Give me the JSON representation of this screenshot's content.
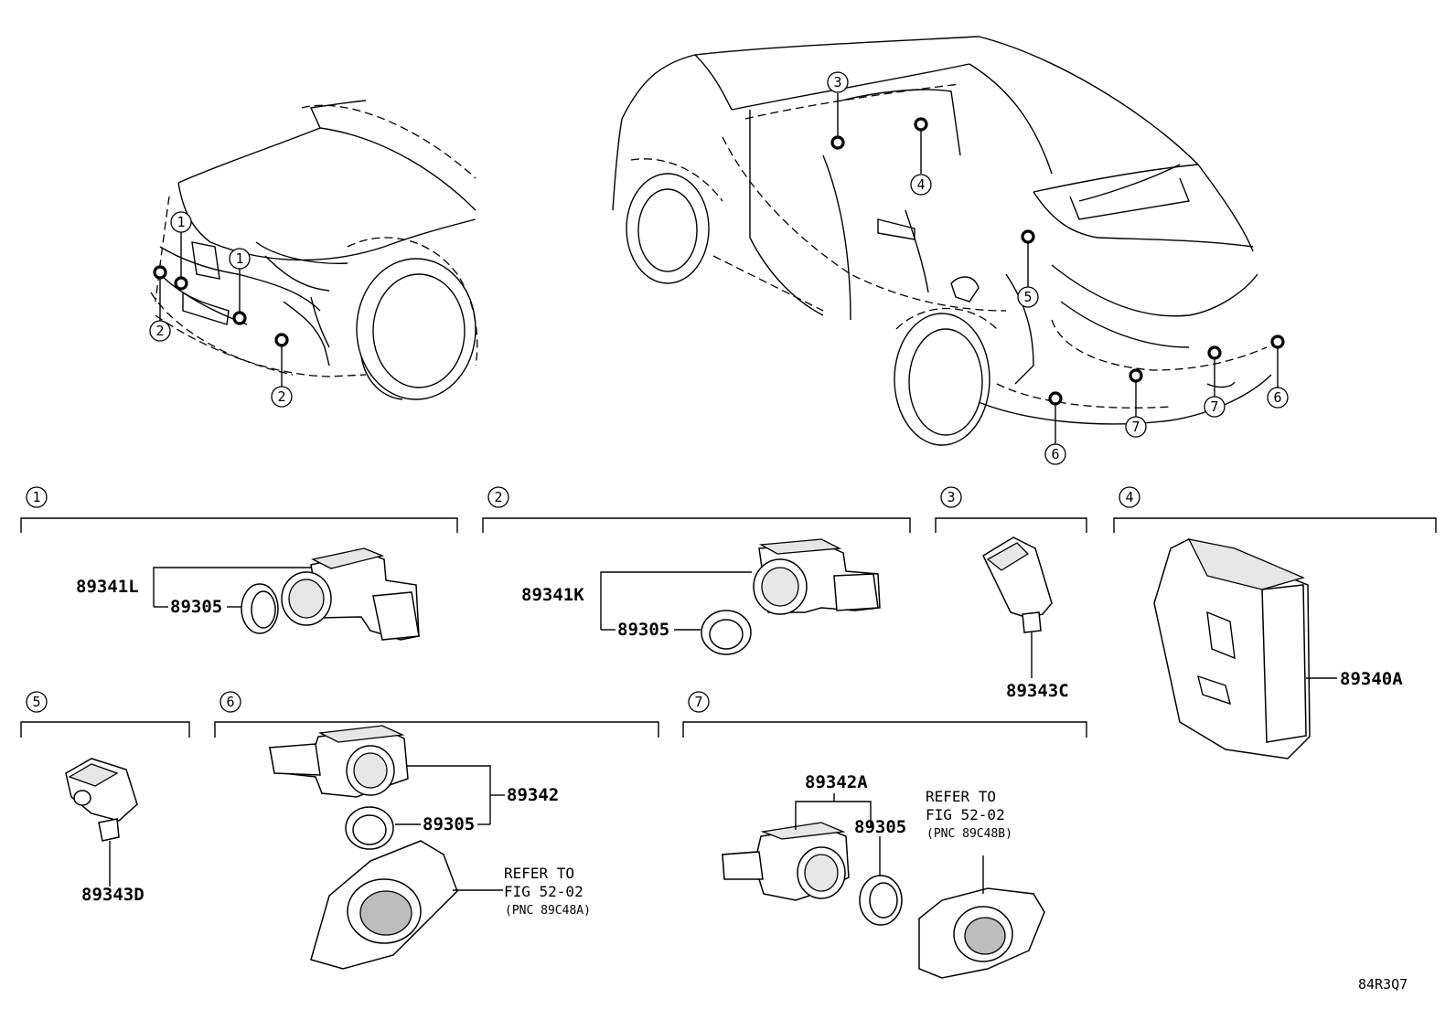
{
  "callouts": {
    "c1": "1",
    "c2": "2",
    "c3": "3",
    "c4": "4",
    "c5": "5",
    "c6": "6",
    "c7": "7"
  },
  "groups": {
    "g1": {
      "number": "1",
      "part_main": "89341L",
      "part_sub": "89305"
    },
    "g2": {
      "number": "2",
      "part_main": "89341K",
      "part_sub": "89305"
    },
    "g3": {
      "number": "3",
      "part_main": "89343C"
    },
    "g4": {
      "number": "4",
      "part_main": "89340A"
    },
    "g5": {
      "number": "5",
      "part_main": "89343D"
    },
    "g6": {
      "number": "6",
      "part_main": "89342",
      "part_sub": "89305",
      "refer_line1": "REFER TO",
      "refer_line2": "FIG 52-02",
      "refer_line3": "(PNC 89C48A)"
    },
    "g7": {
      "number": "7",
      "part_main": "89342A",
      "part_sub": "89305",
      "refer_line1": "REFER TO",
      "refer_line2": "FIG 52-02",
      "refer_line3": "(PNC 89C48B)"
    }
  },
  "figure_code": "84R3Q7"
}
